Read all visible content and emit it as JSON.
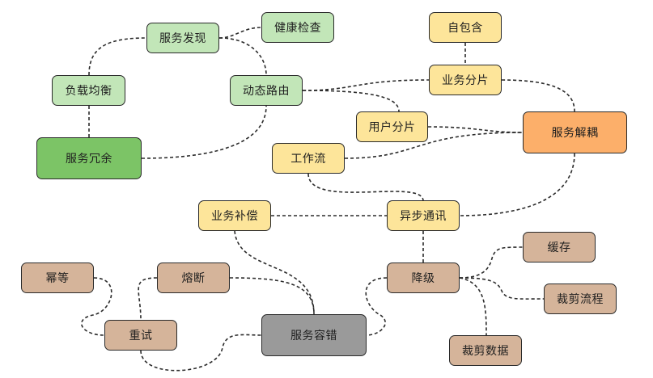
{
  "diagram": {
    "type": "mind-map",
    "colors": {
      "green_light": "#c2e6b8",
      "green_dark": "#7cc466",
      "yellow": "#fde59a",
      "orange": "#fcaf6a",
      "tan": "#d5b49a",
      "gray": "#9a9a9a",
      "edge": "#2b2b2b"
    },
    "nodes": {
      "service_discovery": {
        "label": "服务发现",
        "color": "green_light"
      },
      "health_check": {
        "label": "健康检查",
        "color": "green_light"
      },
      "load_balancing": {
        "label": "负载均衡",
        "color": "green_light"
      },
      "dynamic_routing": {
        "label": "动态路由",
        "color": "green_light"
      },
      "service_redundancy": {
        "label": "服务冗余",
        "color": "green_dark"
      },
      "self_contained": {
        "label": "自包含",
        "color": "yellow"
      },
      "business_sharding": {
        "label": "业务分片",
        "color": "yellow"
      },
      "user_sharding": {
        "label": "用户分片",
        "color": "yellow"
      },
      "service_decoupling": {
        "label": "服务解耦",
        "color": "orange"
      },
      "workflow": {
        "label": "工作流",
        "color": "yellow"
      },
      "business_compensation": {
        "label": "业务补偿",
        "color": "yellow"
      },
      "async_communication": {
        "label": "异步通讯",
        "color": "yellow"
      },
      "idempotent": {
        "label": "幂等",
        "color": "tan"
      },
      "circuit_breaker": {
        "label": "熔断",
        "color": "tan"
      },
      "degradation": {
        "label": "降级",
        "color": "tan"
      },
      "cache": {
        "label": "缓存",
        "color": "tan"
      },
      "trim_process": {
        "label": "裁剪流程",
        "color": "tan"
      },
      "retry": {
        "label": "重试",
        "color": "tan"
      },
      "fault_tolerance": {
        "label": "服务容错",
        "color": "gray"
      },
      "trim_data": {
        "label": "裁剪数据",
        "color": "tan"
      }
    },
    "edges": [
      [
        "service_redundancy",
        "load_balancing"
      ],
      [
        "load_balancing",
        "service_discovery"
      ],
      [
        "service_discovery",
        "health_check"
      ],
      [
        "service_discovery",
        "dynamic_routing"
      ],
      [
        "service_redundancy",
        "dynamic_routing"
      ],
      [
        "dynamic_routing",
        "business_sharding"
      ],
      [
        "dynamic_routing",
        "user_sharding"
      ],
      [
        "self_contained",
        "business_sharding"
      ],
      [
        "business_sharding",
        "service_decoupling"
      ],
      [
        "user_sharding",
        "service_decoupling"
      ],
      [
        "workflow",
        "service_decoupling"
      ],
      [
        "workflow",
        "async_communication"
      ],
      [
        "service_decoupling",
        "async_communication"
      ],
      [
        "business_compensation",
        "async_communication"
      ],
      [
        "business_compensation",
        "fault_tolerance"
      ],
      [
        "async_communication",
        "degradation"
      ],
      [
        "circuit_breaker",
        "fault_tolerance"
      ],
      [
        "circuit_breaker",
        "retry"
      ],
      [
        "idempotent",
        "retry"
      ],
      [
        "retry",
        "fault_tolerance"
      ],
      [
        "degradation",
        "fault_tolerance"
      ],
      [
        "degradation",
        "cache"
      ],
      [
        "degradation",
        "trim_process"
      ],
      [
        "degradation",
        "trim_data"
      ]
    ]
  }
}
